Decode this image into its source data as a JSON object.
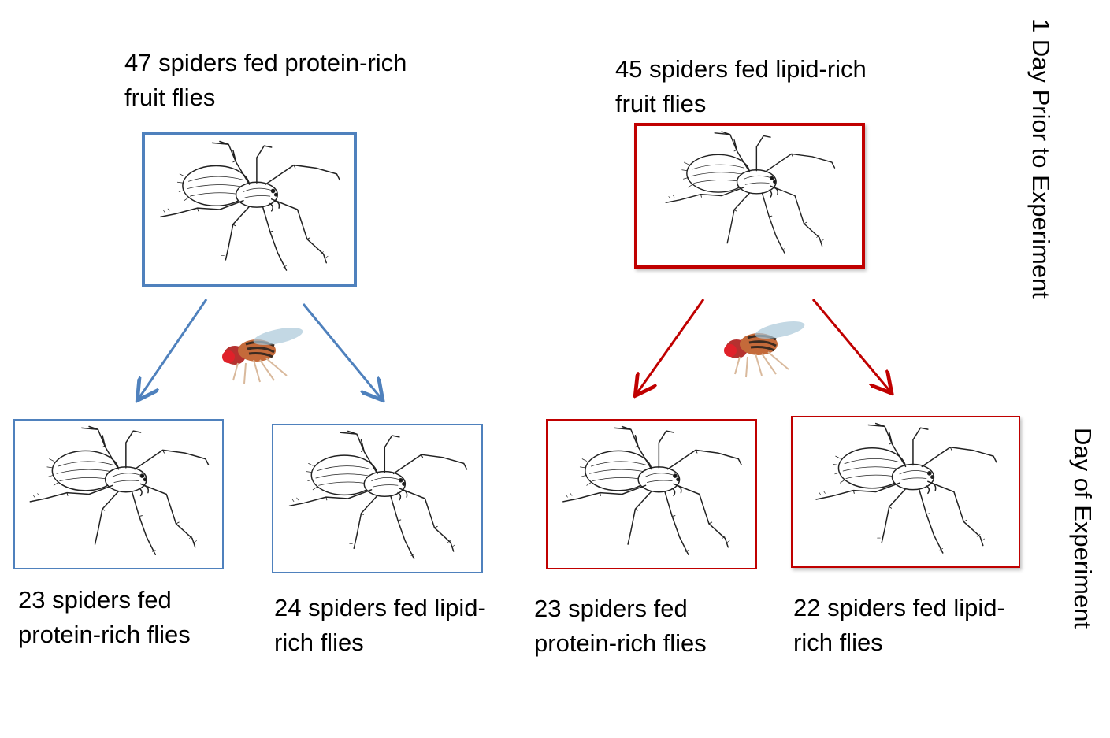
{
  "top": {
    "protein_group": "47 spiders fed protein-rich fruit flies",
    "lipid_group": "45 spiders fed lipid-rich fruit flies"
  },
  "bottom": {
    "protein_protein": "23 spiders fed protein-rich flies",
    "protein_lipid": "24 spiders fed lipid-rich flies",
    "lipid_protein": "23 spiders fed protein-rich flies",
    "lipid_lipid": "22 spiders fed lipid-rich flies"
  },
  "timeline": {
    "before": "1 Day Prior to Experiment",
    "during": "Day of Experiment"
  },
  "colors": {
    "protein": "#4f81bd",
    "lipid": "#c00000"
  },
  "icons": {
    "spider": "spider-drawing",
    "fly": "fruit-fly-photo"
  }
}
